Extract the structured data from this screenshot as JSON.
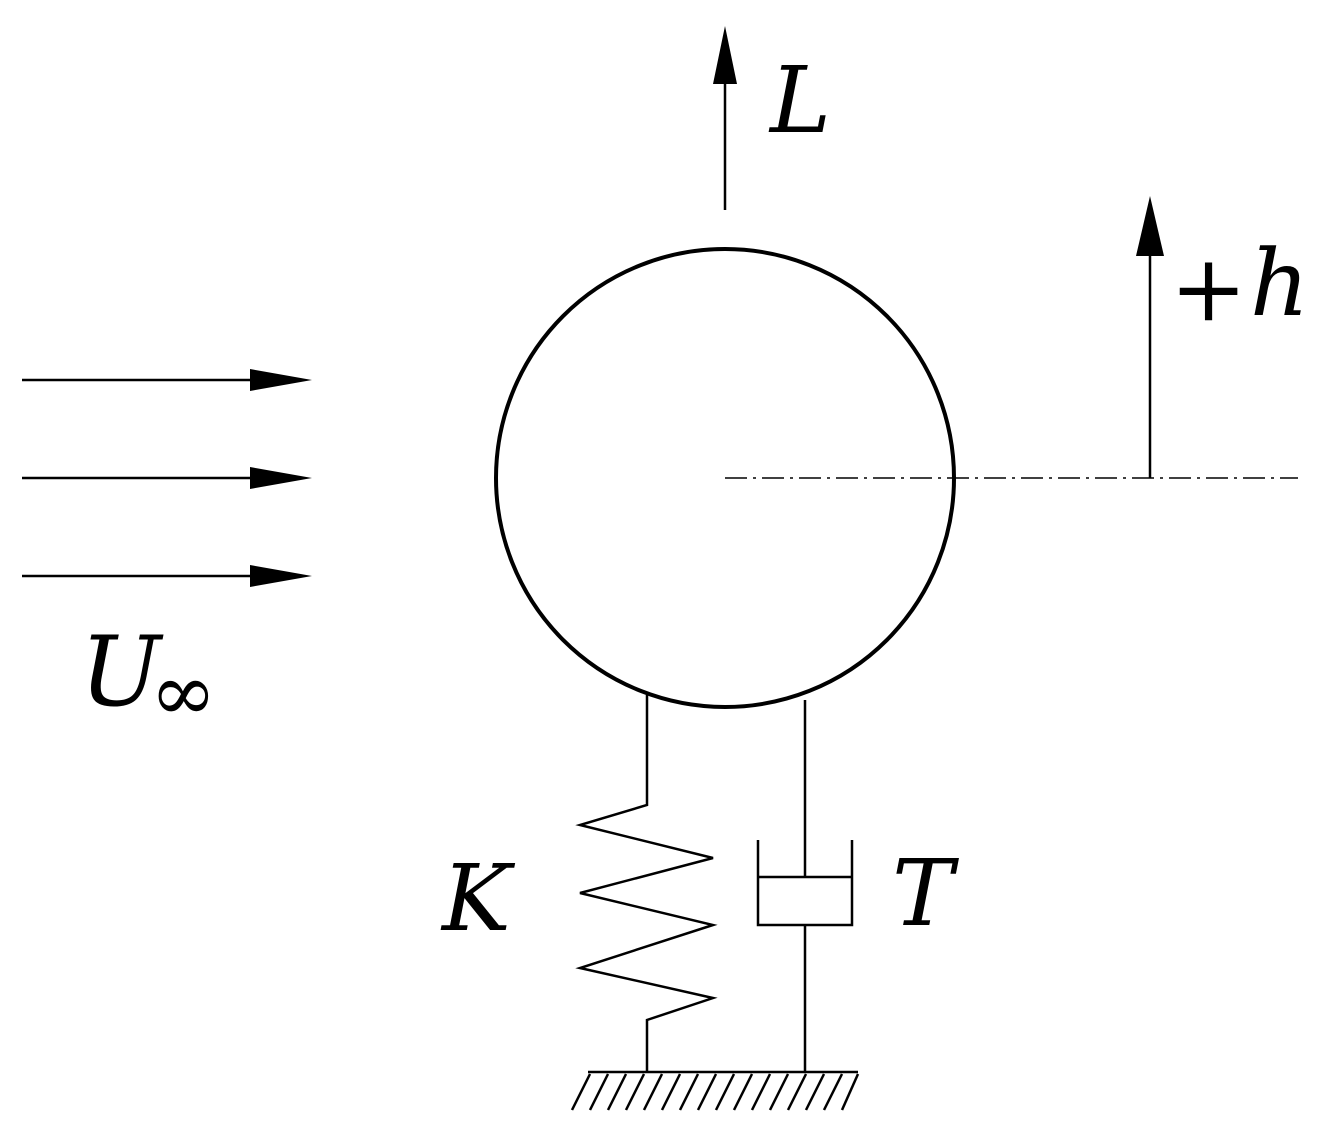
{
  "diagram": {
    "labels": {
      "lift": "L",
      "displacement_sign": "+",
      "displacement_symbol": "h",
      "freestream_symbol": "U",
      "freestream_subscript": "∞",
      "spring": "K",
      "damper": "T"
    },
    "colors": {
      "stroke": "#000000",
      "background": "#ffffff"
    }
  }
}
